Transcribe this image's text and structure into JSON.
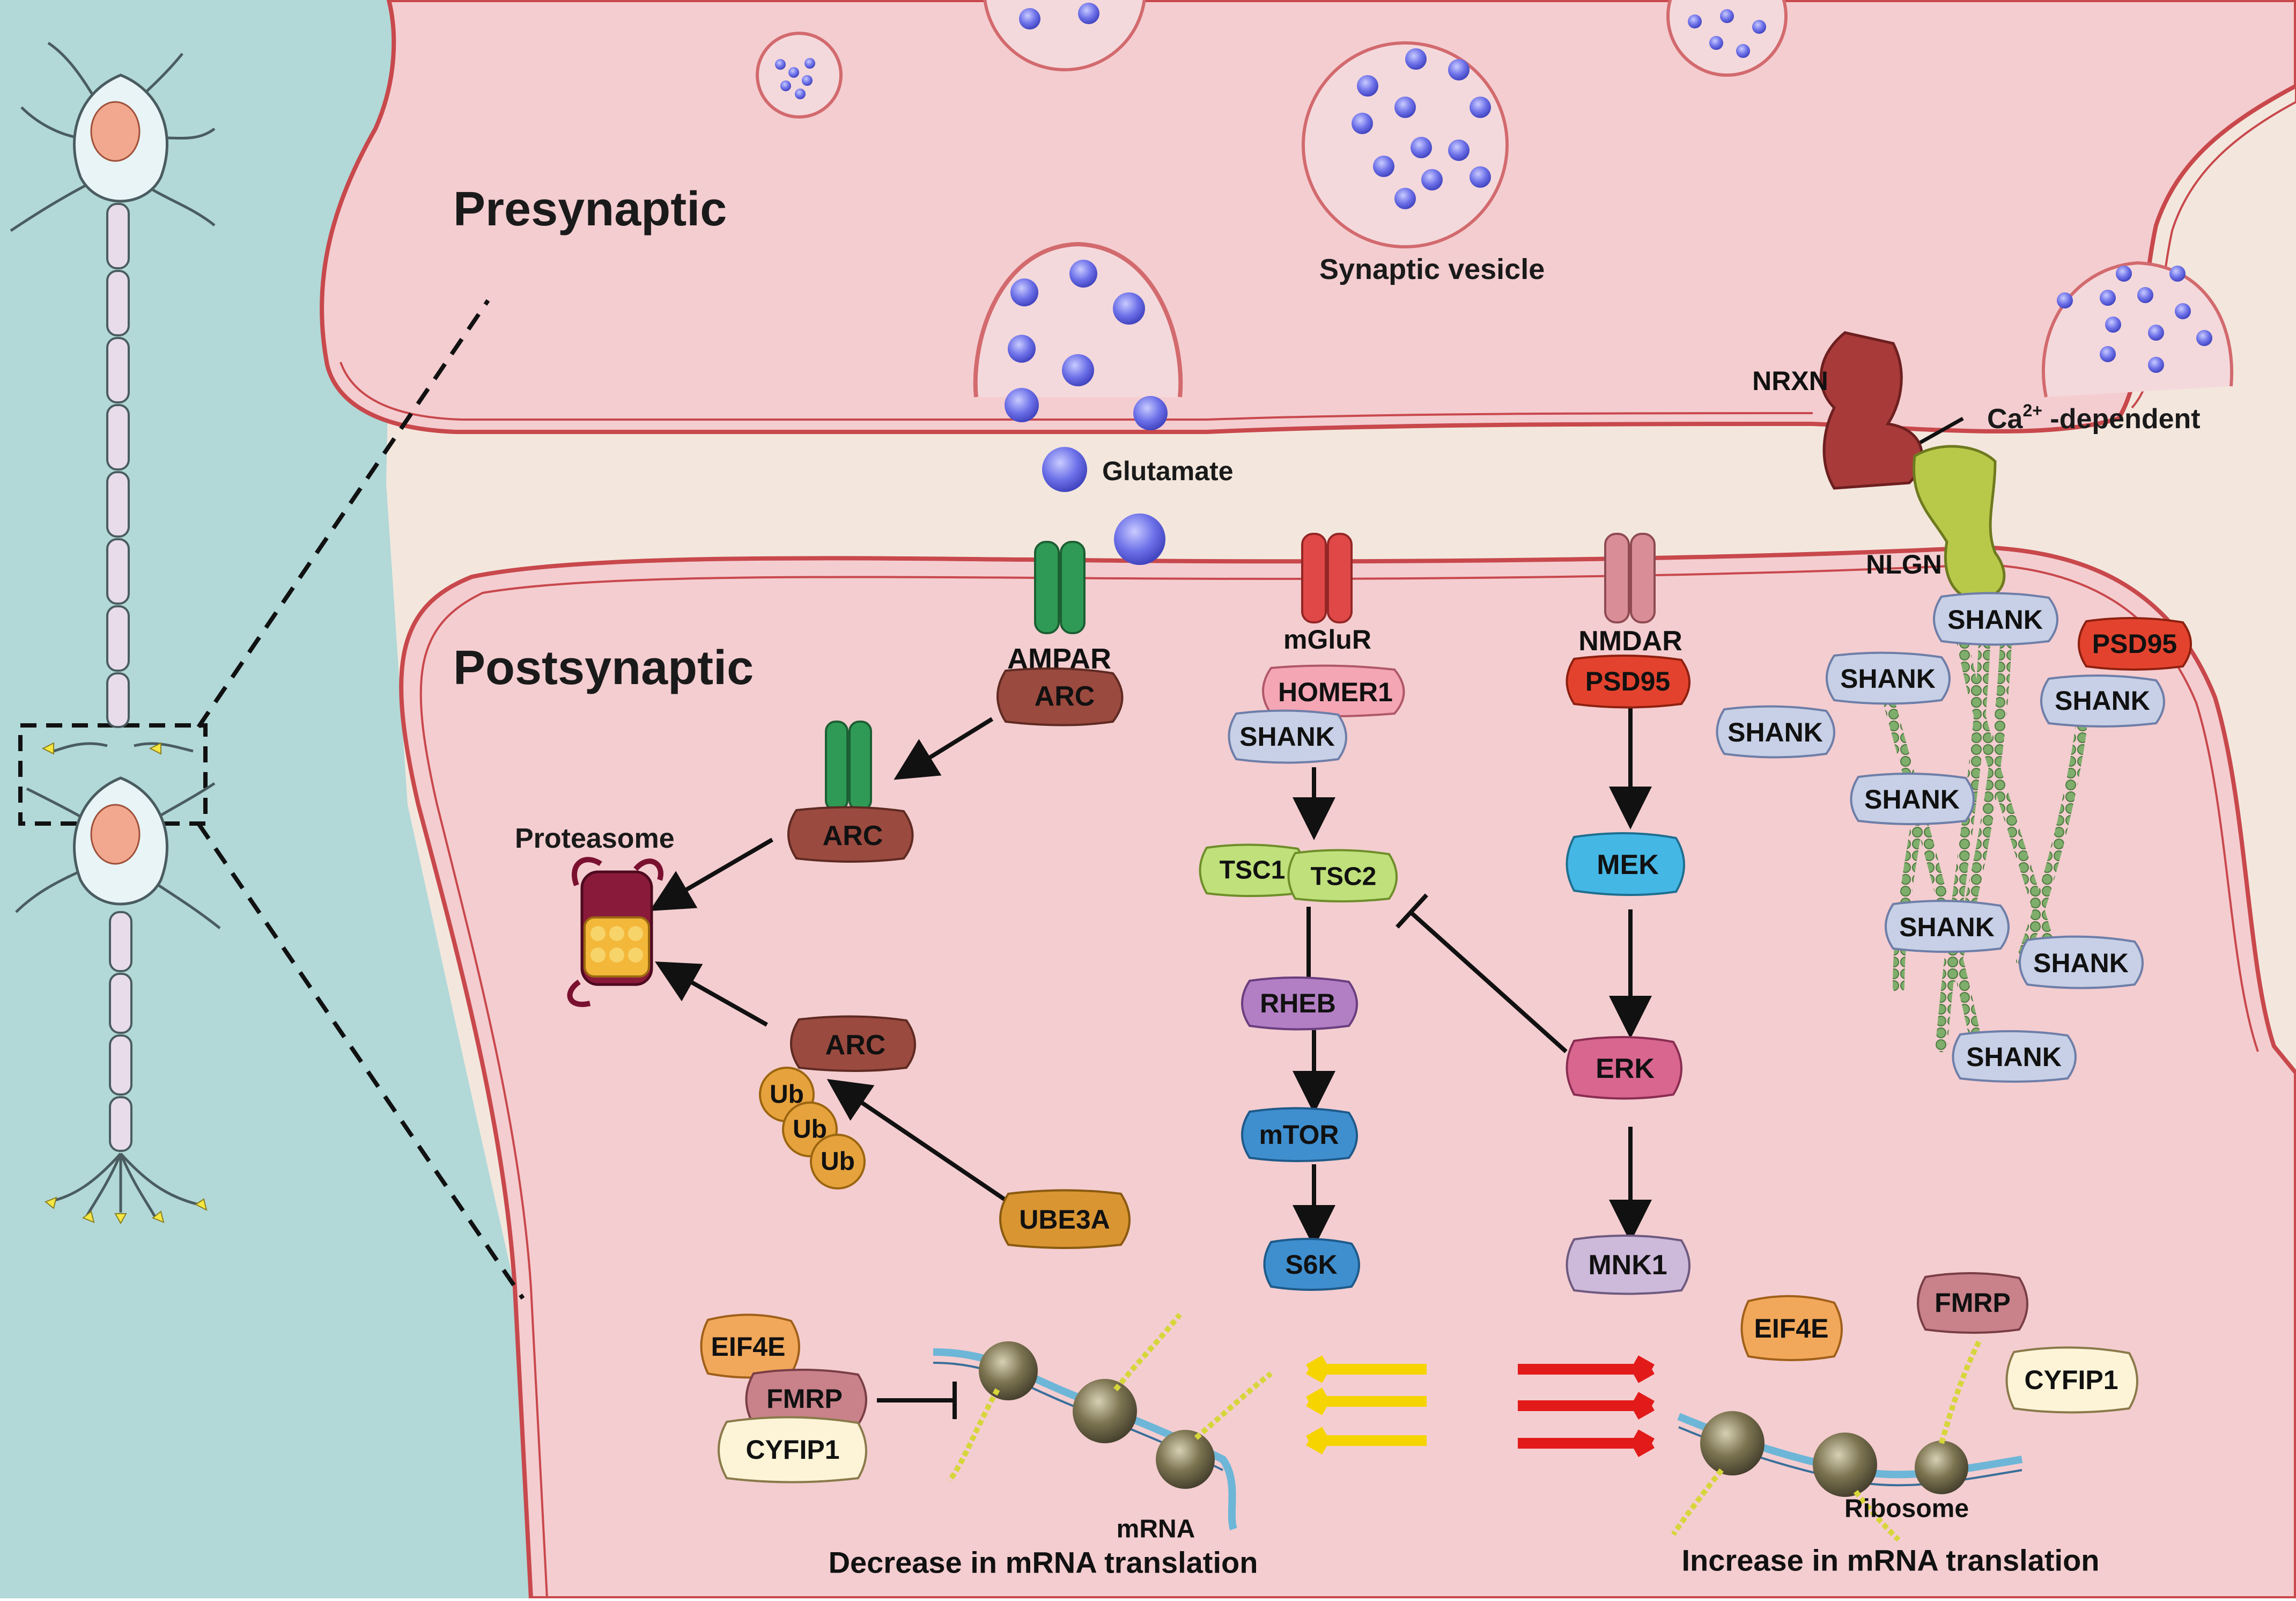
{
  "labels": {
    "presynaptic": "Presynaptic",
    "postsynaptic": "Postsynaptic",
    "synaptic_vesicle": "Synaptic vesicle",
    "glutamate": "Glutamate",
    "ca_prefix": "Ca",
    "ca_superscript": "2+",
    "ca_suffix": " -dependent",
    "proteasome": "Proteasome",
    "mrna": "mRNA",
    "ribosome": "Ribosome",
    "decrease": "Decrease in mRNA translation",
    "increase": "Increase in mRNA translation"
  },
  "receptors": {
    "ampar": "AMPAR",
    "mglur": "mGluR",
    "nmdar": "NMDAR",
    "nrxn": "NRXN",
    "nlgn": "NLGN"
  },
  "proteins": {
    "arc": "ARC",
    "ub": "Ub",
    "ube3a": "UBE3A",
    "homer1": "HOMER1",
    "shank": "SHANK",
    "tsc1": "TSC1",
    "tsc2": "TSC2",
    "rheb": "RHEB",
    "mtor": "mTOR",
    "s6k": "S6K",
    "psd95": "PSD95",
    "mek": "MEK",
    "erk": "ERK",
    "mnk1": "MNK1",
    "eif4e": "EIF4E",
    "fmrp": "FMRP",
    "cyfip1": "CYFIP1"
  },
  "colors": {
    "background_teal": "#b2d8d8",
    "cleft": "#f3e7dd",
    "membrane": "#c8484c",
    "cytoplasm": "#f4cdd0",
    "vesicle_dot": "#6a6ee6",
    "arc": "#9b4a3f",
    "shank": "#c7d0e6",
    "tsc": "#bfe07a",
    "rheb": "#b27fc4",
    "mtor_s6k": "#3f8fcf",
    "mek": "#45b7e5",
    "erk": "#d8668f",
    "mnk1": "#cdb9d9",
    "psd95": "#e3432e",
    "ub": "#e6a23c",
    "eif4e": "#f2a85a",
    "fmrp": "#c9828a",
    "cyfip1": "#fdf4d8",
    "yellow_arrow": "#f5d400",
    "red_arrow": "#e21a1a"
  }
}
